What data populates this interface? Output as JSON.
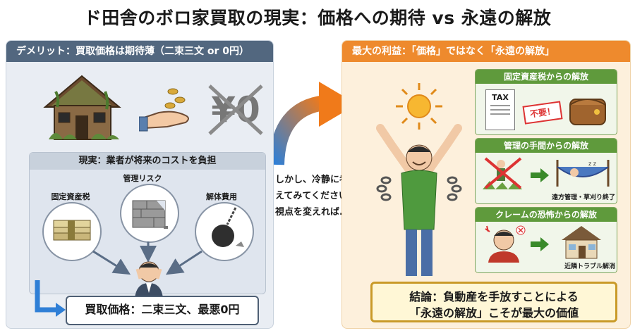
{
  "title": "ド田舎のボロ家買取の現実：価格への期待 vs 永遠の解放",
  "left": {
    "header": "デメリット：買取価格は期待薄（二束三文 or 0円）",
    "yen_zero": "¥0",
    "inner_header": "現実：業者が将来のコストを負担",
    "costs": [
      "固定資産税",
      "管理リスク",
      "解体費用"
    ],
    "result": "買取価格：二束三文、最悪0円"
  },
  "middle": {
    "lines": [
      "しかし、冷静に考",
      "えてみてください。",
      "視点を変えれば..."
    ]
  },
  "right": {
    "header": "最大の利益：「価格」ではなく「永遠の解放」",
    "cards": [
      {
        "title": "固定資産税からの解放",
        "tax_label": "TAX",
        "stamp": "不要！",
        "caption": ""
      },
      {
        "title": "管理の手間からの解放",
        "caption": "遠方管理・草刈り終了"
      },
      {
        "title": "クレームの恐怖からの解放",
        "caption": "近隣トラブル解消"
      }
    ],
    "conclusion_line1": "結論：負動産を手放すことによる",
    "conclusion_line2": "「永遠の解放」こそが最大の価値"
  },
  "colors": {
    "left_header": "#52677f",
    "right_header": "#ee8a2d",
    "card_header": "#5f9a3c",
    "arrow_start": "#2f7fd6",
    "arrow_end": "#f07a1a",
    "conclusion_border": "#c99a28"
  }
}
